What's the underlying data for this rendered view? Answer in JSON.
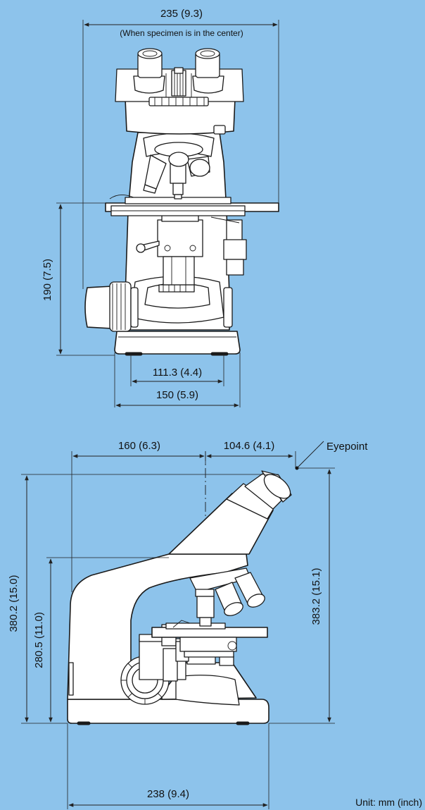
{
  "front_view": {
    "width": "235 (9.3)",
    "width_note": "(When specimen is in the center)",
    "stage_height": "190 (7.5)",
    "base_inner": "111.3 (4.4)",
    "base_outer": "150 (5.9)"
  },
  "side_view": {
    "base_to_axis": "160 (6.3)",
    "axis_to_eyepoint": "104.6 (4.1)",
    "eyepoint_label": "Eyepoint",
    "total_height": "380.2 (15.0)",
    "head_height": "280.5 (11.0)",
    "eyepoint_height": "383.2 (15.1)",
    "depth": "238 (9.4)"
  },
  "unit_label": "Unit: mm (inch)"
}
